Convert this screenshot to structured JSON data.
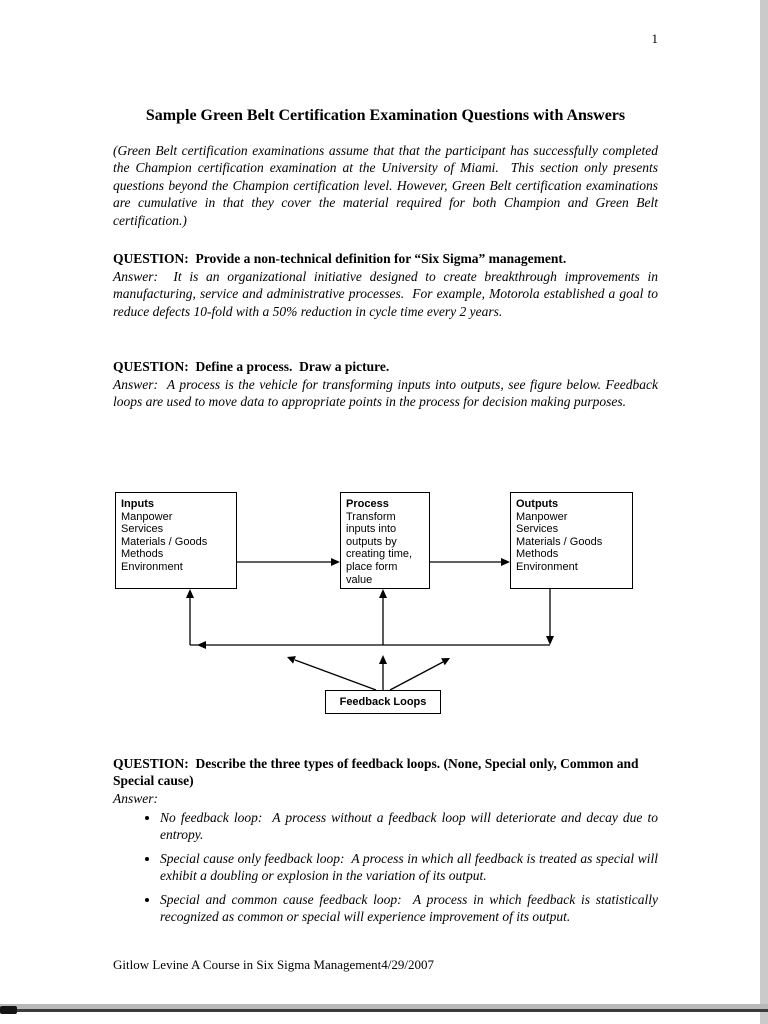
{
  "page": {
    "number": "1",
    "title": "Sample Green Belt Certification Examination Questions with Answers",
    "intro": "(Green Belt certification examinations assume that that the participant has successfully completed the Champion certification examination at the University of Miami.  This section only presents questions beyond the Champion certification level. However, Green Belt certification examinations are cumulative in that they cover the material required for both Champion and Green Belt certification.)",
    "footer": "Gitlow Levine A Course in Six Sigma Management4/29/2007"
  },
  "questions": [
    {
      "q": "QUESTION:  Provide a non-technical definition for “Six Sigma” management.",
      "a": "Answer:  It is an organizational initiative designed to create breakthrough improvements in manufacturing, service and administrative processes.  For example, Motorola established a goal to reduce defects 10-fold with a 50% reduction in cycle time every 2 years."
    },
    {
      "q": "QUESTION:  Define a process.  Draw a picture.",
      "a": "Answer:  A process is the vehicle for transforming inputs into outputs, see figure below. Feedback loops are used to move data to appropriate points in the process for decision making purposes."
    },
    {
      "q": "QUESTION:  Describe the three types of feedback loops. (None, Special only, Common and Special cause)",
      "a_label": "Answer:",
      "bullets": [
        "No feedback loop:  A process without a feedback loop will deteriorate and decay due to entropy.",
        "Special cause only feedback loop:  A process in which all feedback is treated as special will exhibit a doubling or explosion in the variation of its output.",
        "Special and common cause feedback loop:  A process in which feedback is statistically recognized as common or special will experience improvement of its output."
      ]
    }
  ],
  "diagram": {
    "inputs": {
      "title": "Inputs",
      "items": [
        "Manpower",
        "Services",
        "Materials / Goods",
        "Methods",
        "Environment"
      ]
    },
    "process": {
      "title": "Process",
      "lines": [
        "Transform",
        "inputs into",
        "outputs by",
        "creating time,",
        "place form",
        "value"
      ]
    },
    "outputs": {
      "title": "Outputs",
      "items": [
        "Manpower",
        "Services",
        "Materials / Goods",
        "Methods",
        "Environment"
      ]
    },
    "feedback": {
      "label": "Feedback Loops"
    }
  }
}
